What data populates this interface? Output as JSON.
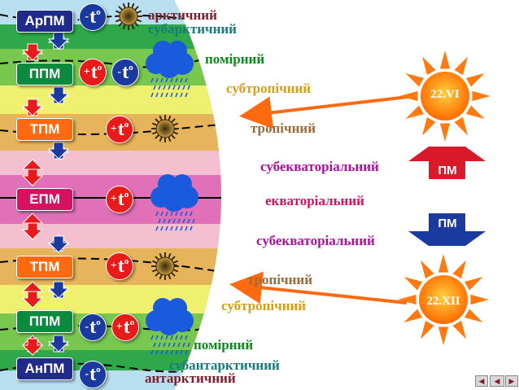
{
  "air_masses": [
    {
      "key": "arpm",
      "label": "АрПМ",
      "color": "#1f2a8a"
    },
    {
      "key": "ppm_n",
      "label": "ППМ",
      "color": "#0a8a3c"
    },
    {
      "key": "tpm_n",
      "label": "ТПМ",
      "color": "#ff6a10"
    },
    {
      "key": "epm",
      "label": "ЕПМ",
      "color": "#d81060"
    },
    {
      "key": "tpm_s",
      "label": "ТПМ",
      "color": "#ff6a10"
    },
    {
      "key": "ppm_s",
      "label": "ППМ",
      "color": "#0a8a3c"
    },
    {
      "key": "anpm",
      "label": "АнПМ",
      "color": "#1f2a8a"
    }
  ],
  "zones": [
    {
      "key": "arctic",
      "label": "арктичний",
      "color": "#7a1f2b"
    },
    {
      "key": "subarctic",
      "label": "субарктичний",
      "color": "#1a7a7a"
    },
    {
      "key": "temperate_n",
      "label": "помірний",
      "color": "#0a8a1a"
    },
    {
      "key": "subtropical_n",
      "label": "субтропічний",
      "color": "#d4a010"
    },
    {
      "key": "tropical_n",
      "label": "тропічний",
      "color": "#9a6b3a"
    },
    {
      "key": "subequatorial_n",
      "label": "субекваторіальний",
      "color": "#b0109a"
    },
    {
      "key": "equatorial",
      "label": "екваторіальний",
      "color": "#d81060"
    },
    {
      "key": "subequatorial_s",
      "label": "субекваторіальний",
      "color": "#b0109a"
    },
    {
      "key": "tropical_s",
      "label": "тропічний",
      "color": "#9a6b3a"
    },
    {
      "key": "subtropical_s",
      "label": "субтропічний",
      "color": "#d4a010"
    },
    {
      "key": "temperate_s",
      "label": "помірний",
      "color": "#0a8a1a"
    },
    {
      "key": "subantarctic",
      "label": "субантарктичний",
      "color": "#1a7a7a"
    },
    {
      "key": "antarctic",
      "label": "антарктичний",
      "color": "#7a1f2b"
    }
  ],
  "temps": {
    "sign_minus": "-",
    "sign_plus": "+",
    "t": "t",
    "deg": "o"
  },
  "suns": {
    "north_date": "22.VI",
    "south_date": "22.XII",
    "pm_label": "ПМ"
  },
  "colors": {
    "sun_fill": "#ff7a10",
    "arrow_color": "#ff6a10",
    "cloud_color": "#1a5adc",
    "rain_color": "#1a5adc",
    "temp_plus_bg": "#e81a1a",
    "temp_minus_bg": "#1a3aa0",
    "pm_up_color": "#d81a2a",
    "pm_down_color": "#1a3aa0"
  },
  "nav": {
    "prev": "◀",
    "next": "▶"
  }
}
